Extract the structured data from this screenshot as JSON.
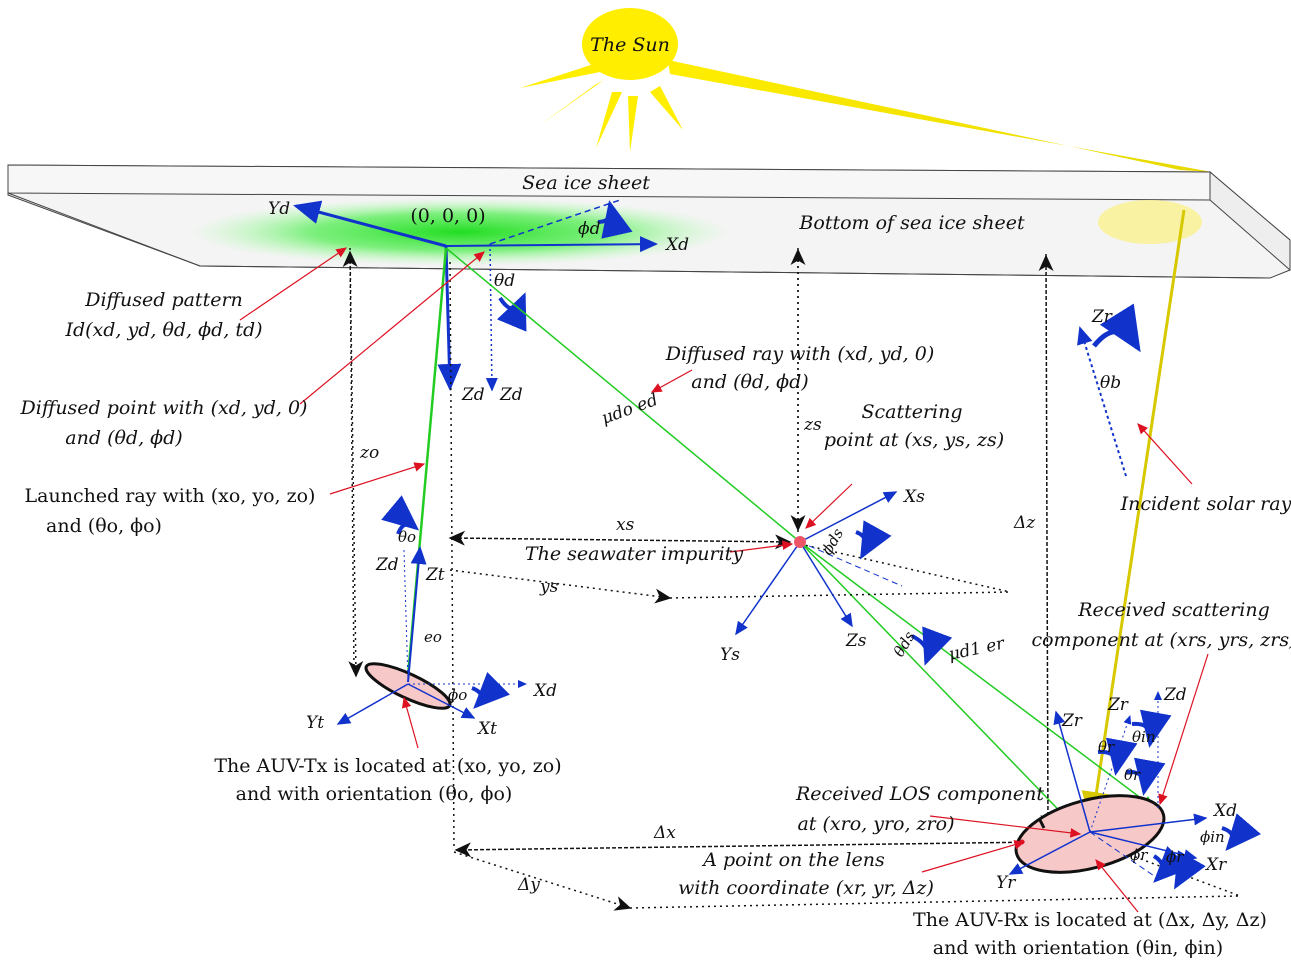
{
  "sun": {
    "label": "The Sun",
    "color": "#ffee00"
  },
  "ice": {
    "top_label": "Sea ice sheet",
    "bottom_label": "Bottom of sea ice sheet",
    "origin": "(0, 0, 0)"
  },
  "colors": {
    "axis": "#1133cc",
    "ray_green": "#22cc22",
    "pointer_red": "#dd1122",
    "rx_fill": "#f7c8c8",
    "diffuse_green": "#33dd33"
  },
  "labels": {
    "diffused_pattern_1": "Diffused pattern",
    "diffused_pattern_2": "Id(xd, yd, θd, ϕd, td)",
    "diffused_point_1": "Diffused point with (xd, yd, 0)",
    "diffused_point_2": "and (θd, ϕd)",
    "launched_ray_1": "Launched ray with (xo, yo, zo)",
    "launched_ray_2": "and (θo, ϕo)",
    "diffused_ray_1": "Diffused ray with (xd, yd, 0)",
    "diffused_ray_2": "and (θd, ϕd)",
    "scattering_1": "Scattering",
    "scattering_2": "point at (xs, ys, zs)",
    "impurity": "The seawater impurity",
    "incident": "Incident solar ray",
    "received_scat_1": "Received scattering",
    "received_scat_2": "component at (xrs, yrs, zrs)",
    "received_los_1": "Received LOS component",
    "received_los_2": "at (xro, yro, zro)",
    "lens_point_1": "A point on the lens",
    "lens_point_2": "with coordinate (xr, yr, Δz)",
    "auv_tx_1": "The AUV-Tx is located at (xo, yo, zo)",
    "auv_tx_2": "and with orientation (θo, ϕo)",
    "auv_rx_1": "The AUV-Rx is located at (Δx, Δy, Δz)",
    "auv_rx_2": "and with orientation (θin, ϕin)"
  },
  "axes": {
    "Yd": "Yd",
    "Xd": "Xd",
    "Zd": "Zd",
    "phi_d": "ϕd",
    "theta_d": "θd",
    "zo": "zo",
    "zs": "zs",
    "xs": "xs",
    "ys": "ys",
    "mu_e_d": "μdo ed",
    "mu_e_r": "μd1 er",
    "Xs": "Xs",
    "Ys": "Ys",
    "Zs": "Zs",
    "phi_ds": "ϕds",
    "theta_ds": "θds",
    "theta_o": "θo",
    "Zt": "Zt",
    "Zd_tx": "Zd",
    "e_o": "eo",
    "phi_o": "ϕo",
    "Xd_tx": "Xd",
    "Xt": "Xt",
    "Yt": "Yt",
    "Zr_top": "Zr",
    "theta_b": "θb",
    "Delta_z": "Δz",
    "Delta_x": "Δx",
    "Delta_y": "Δy",
    "Zr_1": "Zr",
    "Zr_2": "Zr",
    "Zd_rx": "Zd",
    "theta_in": "θin",
    "theta_r_1": "θr",
    "theta_r_2": "θr",
    "Xd_rx": "Xd",
    "phi_in": "ϕin",
    "Xr": "Xr",
    "Yr": "Yr",
    "phi_r_1": "ϕr",
    "phi_r_2": "ϕr"
  }
}
